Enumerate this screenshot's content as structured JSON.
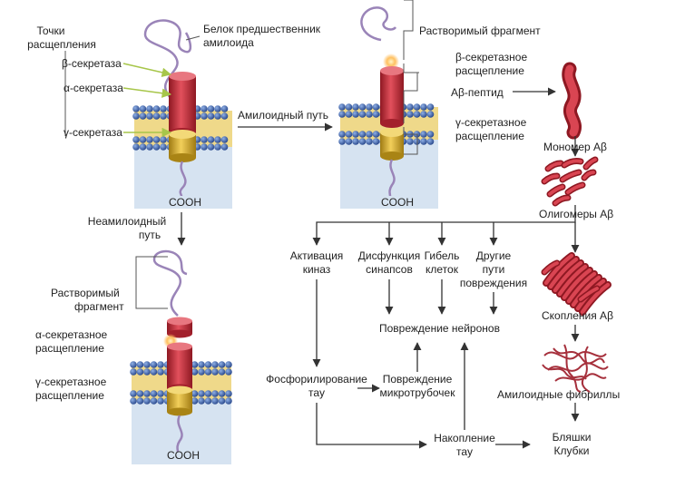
{
  "labels": {
    "cleavage_sites": [
      "Точки",
      "расщепления"
    ],
    "app_protein": [
      "Белок предшественник",
      "амилоида"
    ],
    "beta_secretase": "β-секретаза",
    "alpha_secretase": "α-секретаза",
    "gamma_secretase": "γ-секретаза",
    "cooh": "COOH",
    "amyloid_pathway": "Амилоидный путь",
    "nonamyloid_pathway": [
      "Неамилоидный",
      "путь"
    ],
    "soluble_fragment_top": "Растворимый фрагмент",
    "beta_cleavage": [
      "β-секретазное",
      "расщепление"
    ],
    "abeta_peptide": "Aβ-пептид",
    "gamma_cleavage_top": [
      "γ-секретазное",
      "расщепление"
    ],
    "abeta_monomer": "Мономер Aβ",
    "abeta_oligomers": "Олигомеры Aβ",
    "kinase_activation": [
      "Активация",
      "киназ"
    ],
    "synapse_dysfunction": [
      "Дисфункция",
      "синапсов"
    ],
    "cell_death": [
      "Гибель",
      "клеток"
    ],
    "other_pathways": [
      "Другие",
      "пути",
      "повреждения"
    ],
    "abeta_clusters": "Скопления Aβ",
    "soluble_fragment_bottom": [
      "Растворимый",
      "фрагмент"
    ],
    "neuron_damage": "Повреждение нейронов",
    "alpha_cleavage": [
      "α-секретазное",
      "расщепление"
    ],
    "gamma_cleavage_bottom": [
      "γ-секретазное",
      "расщепление"
    ],
    "amyloid_fibrils": "Амилоидные фибриллы",
    "tau_phosphorylation": [
      "Фосфорилирование",
      "тау"
    ],
    "microtubule_damage": [
      "Повреждение",
      "микротрубочек"
    ],
    "tau_accumulation": [
      "Накопление",
      "тау"
    ],
    "plaques_tangles": [
      "Бляшки",
      "Клубки"
    ]
  },
  "colors": {
    "membrane_bead": "#3d63a8",
    "membrane_tail": "#e7c66a",
    "cytoplasm": "#d6e3f1",
    "protein_red": "#c8303e",
    "protein_gold": "#d4a72c",
    "chain_purple": "#9a84b8",
    "fragment_red": "#b52432",
    "spark": "#ffb347",
    "arrow": "#333333",
    "label_arrow": "#a7c64a"
  }
}
